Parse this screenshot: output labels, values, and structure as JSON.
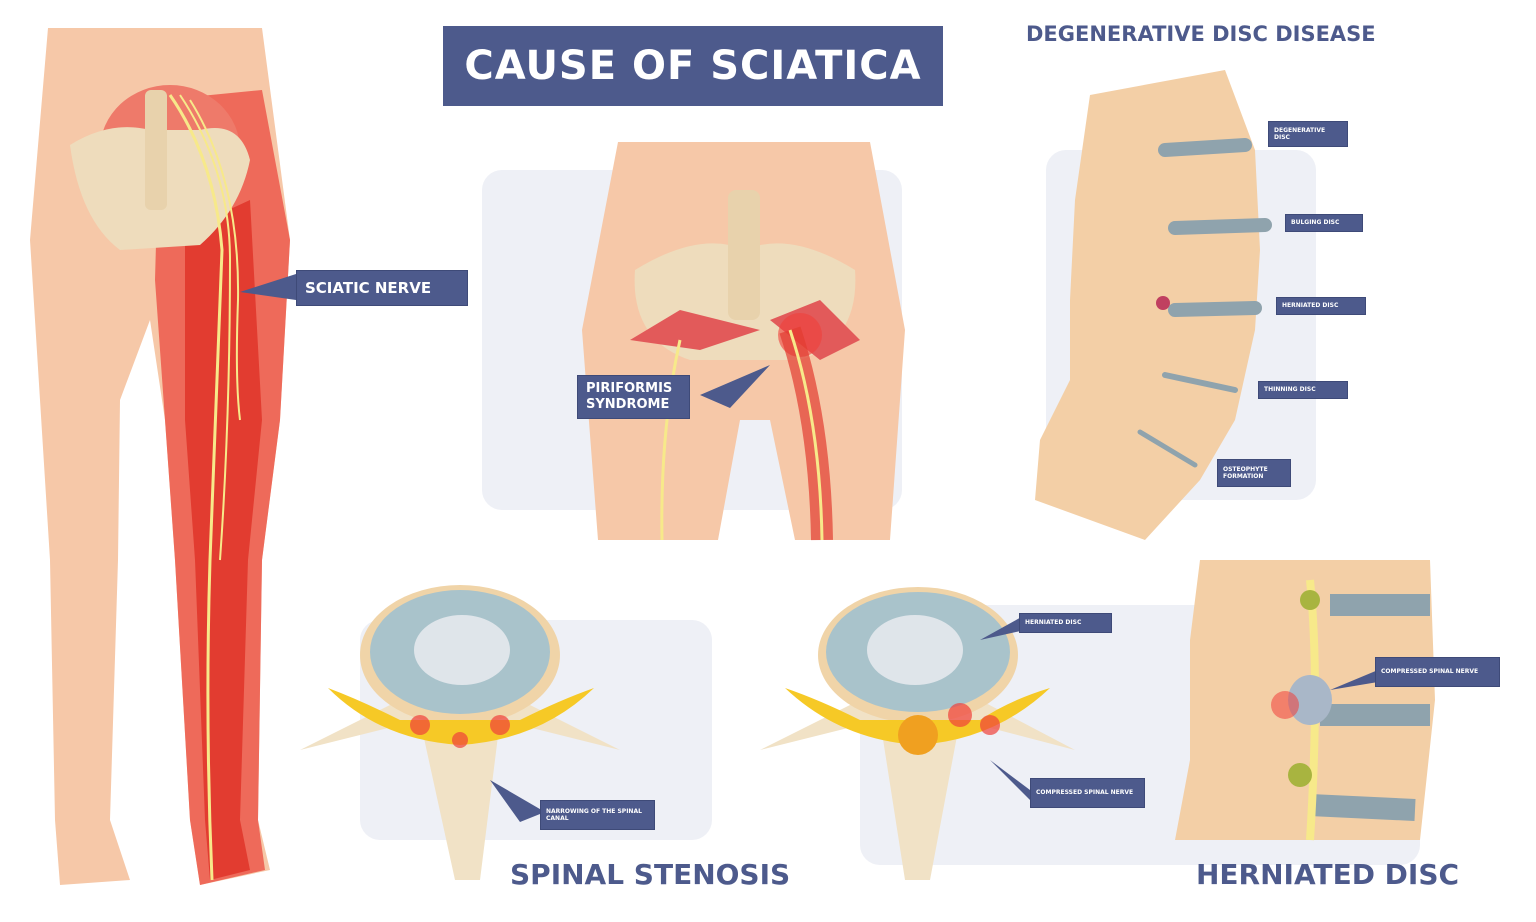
{
  "title": "CAUSE OF SCIATICA",
  "sections": {
    "degenerative": "DEGENERATIVE DISC DISEASE",
    "stenosis": "SPINAL STENOSIS",
    "herniated": "HERNIATED DISC"
  },
  "labels": {
    "sciatic_nerve": "SCIATIC NERVE",
    "piriformis": "PIRIFORMIS SYNDROME",
    "degenerative_disc": "DEGENERATIVE DISC",
    "bulging_disc": "BULGING DISC",
    "herniated_disc_side": "HERNIATED DISC",
    "thinning_disc": "THINNING DISC",
    "osteophyte": "OSTEOPHYTE FORMATION",
    "narrowing": "NARROWING OF THE SPINAL CANAL",
    "herniated_disc_top": "HERNIATED DISC",
    "compressed_nerve_top": "COMPRESSED SPINAL NERVE",
    "compressed_nerve_side": "COMPRESSED SPINAL NERVE"
  },
  "colors": {
    "label_bg": "#4d5a8c",
    "skin": "#f6c8a8",
    "inflamed": "#ee5a4a",
    "bone": "#eedcbc",
    "nerve": "#f7e98a",
    "disc": "#8fa3ad",
    "panel": "#eef0f6"
  }
}
